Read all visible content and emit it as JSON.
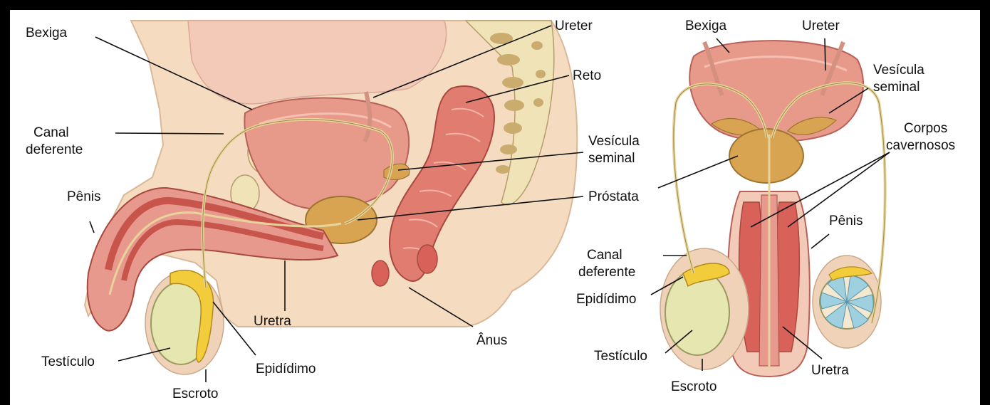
{
  "sagittal": {
    "labels": {
      "bexiga": "Bexiga",
      "ureter": "Ureter",
      "reto": "Reto",
      "canal_1": "Canal",
      "canal_2": "deferente",
      "vesicula_1": "Vesícula",
      "vesicula_2": "seminal",
      "penis": "Pênis",
      "prostata": "Próstata",
      "uretra": "Uretra",
      "anus": "Ânus",
      "testiculo": "Testículo",
      "epididimo": "Epidídimo",
      "escroto": "Escroto"
    }
  },
  "frontal": {
    "labels": {
      "bexiga": "Bexiga",
      "ureter": "Ureter",
      "vesicula_1": "Vesícula",
      "vesicula_2": "seminal",
      "corpos_1": "Corpos",
      "corpos_2": "cavernosos",
      "penis": "Pênis",
      "canal_1": "Canal",
      "canal_2": "deferente",
      "epididimo": "Epidídimo",
      "testiculo": "Testículo",
      "uretra": "Uretra",
      "escroto": "Escroto"
    }
  },
  "colors": {
    "skin": "#f5dcc0",
    "tissue": "#f0c4ae",
    "bladder": "#e89a8a",
    "rectum": "#e07d70",
    "bone": "#f0e3b8",
    "prostate": "#d9a452",
    "testis": "#e6e6b0",
    "epididymis": "#f2cc3a",
    "duct": "#e8d49a",
    "penis_tissue": "#d8625a",
    "blue_lobes": "#9fd0e0"
  }
}
